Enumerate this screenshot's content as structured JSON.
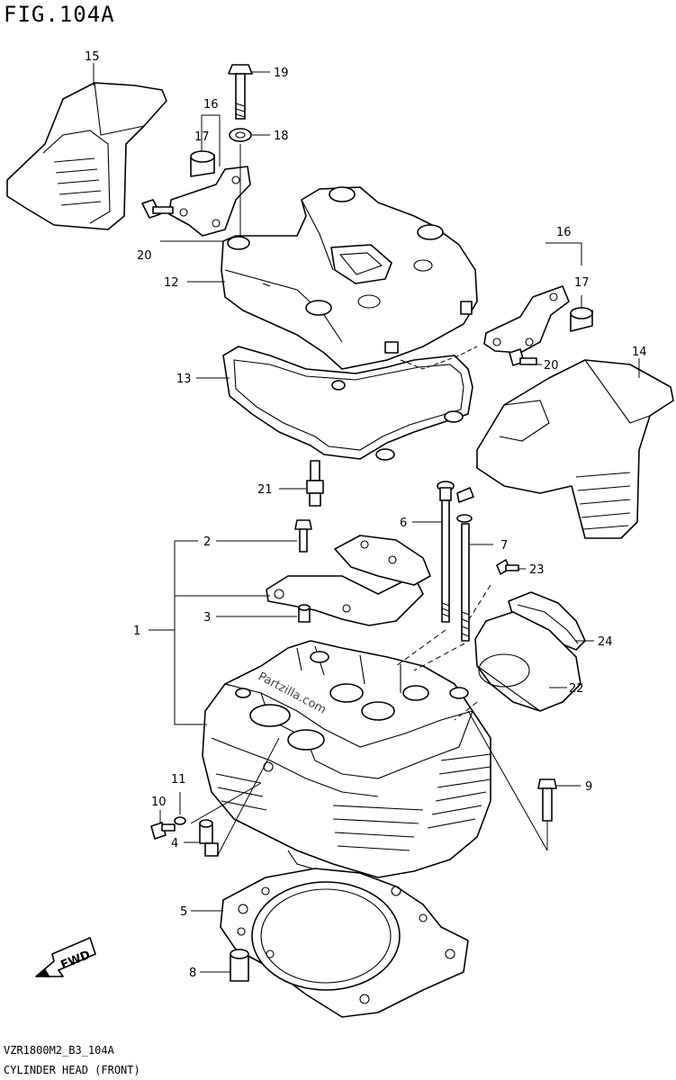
{
  "figure": {
    "title": "FIG.104A",
    "model_code": "VZR1800M2_B3_104A",
    "caption": "CYLINDER HEAD (FRONT)"
  },
  "watermark": "Partzilla.com",
  "fwd_label": "FWD",
  "callouts": [
    {
      "id": "c1",
      "label": "1"
    },
    {
      "id": "c2",
      "label": "2"
    },
    {
      "id": "c3",
      "label": "3"
    },
    {
      "id": "c4",
      "label": "4"
    },
    {
      "id": "c5",
      "label": "5"
    },
    {
      "id": "c6",
      "label": "6"
    },
    {
      "id": "c7",
      "label": "7"
    },
    {
      "id": "c8",
      "label": "8"
    },
    {
      "id": "c9",
      "label": "9"
    },
    {
      "id": "c10",
      "label": "10"
    },
    {
      "id": "c11",
      "label": "11"
    },
    {
      "id": "c12",
      "label": "12"
    },
    {
      "id": "c13",
      "label": "13"
    },
    {
      "id": "c14",
      "label": "14"
    },
    {
      "id": "c15",
      "label": "15"
    },
    {
      "id": "c16a",
      "label": "16"
    },
    {
      "id": "c16b",
      "label": "16"
    },
    {
      "id": "c17a",
      "label": "17"
    },
    {
      "id": "c17b",
      "label": "17"
    },
    {
      "id": "c18",
      "label": "18"
    },
    {
      "id": "c19",
      "label": "19"
    },
    {
      "id": "c20a",
      "label": "20"
    },
    {
      "id": "c20b",
      "label": "20"
    },
    {
      "id": "c21",
      "label": "21"
    },
    {
      "id": "c22",
      "label": "22"
    },
    {
      "id": "c23",
      "label": "23"
    },
    {
      "id": "c24",
      "label": "24"
    }
  ]
}
